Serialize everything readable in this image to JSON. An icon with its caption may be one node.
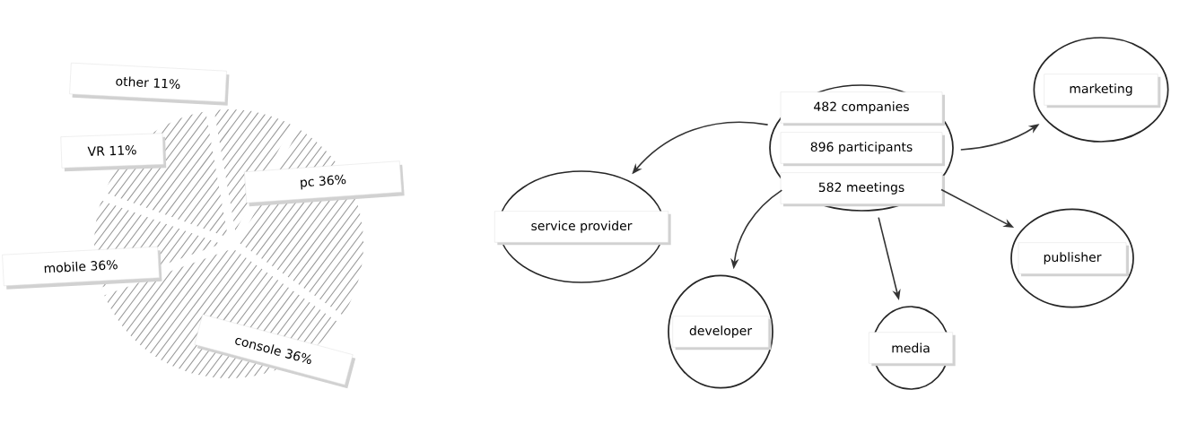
{
  "diagram": {
    "nodes": [
      {
        "text": [
          "other 11%"
        ]
      },
      {
        "text": [
          "VR 11%"
        ]
      },
      {
        "text": [
          "pc 36%"
        ]
      },
      {
        "text": [
          "mobile 36%"
        ]
      },
      {
        "text": [
          "console 36%"
        ]
      },
      {
        "text": [
          "482 companies",
          "896 participants",
          "582 meetings"
        ]
      },
      {
        "text": [
          "service provider"
        ]
      },
      {
        "text": [
          "developer"
        ]
      },
      {
        "text": [
          "media"
        ]
      },
      {
        "text": [
          "publisher"
        ]
      },
      {
        "text": [
          "marketing"
        ]
      }
    ],
    "edges": [
      {
        "from": 5,
        "to": 6,
        "arrow": "to"
      },
      {
        "from": 5,
        "to": 7,
        "arrow": "to"
      },
      {
        "from": 5,
        "to": 8,
        "arrow": "to"
      },
      {
        "from": 5,
        "to": 9,
        "arrow": "to"
      },
      {
        "from": 5,
        "to": 10,
        "arrow": "to"
      }
    ]
  }
}
